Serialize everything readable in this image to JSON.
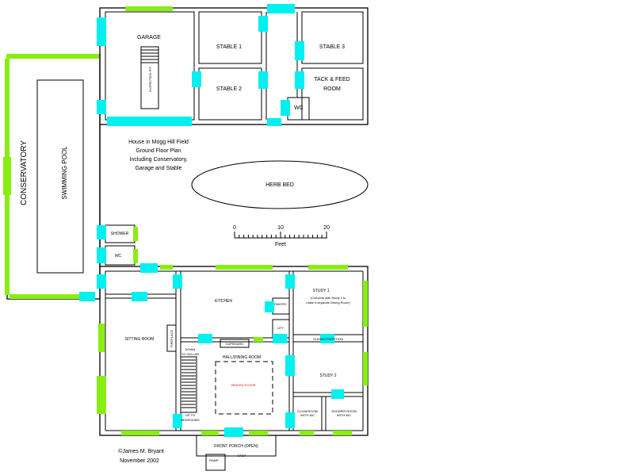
{
  "labels": {
    "garage": "GARAGE",
    "inspection_pit": "INSPECTION PIT",
    "stable1": "STABLE 1",
    "stable2": "STABLE 2",
    "stable3": "STABLE 3",
    "tack_line1": "TACK & FEED",
    "tack_line2": "ROOM",
    "wc_upper": "WC",
    "conservatory": "CONSERVATORY",
    "pool": "SWIMMING POOL",
    "title_line1": "House in Mogg Hill Field",
    "title_line2": "Ground Floor Plan",
    "title_line3": "Including Conservatory,",
    "title_line4": "Garage and Stable",
    "herb_bed": "HERB BED",
    "shower": "SHOWER",
    "wc_lower": "WC",
    "kitchen": "KITCHEN",
    "pantry": "PANTRY",
    "lift": "LIFT",
    "study1": "STUDY 1",
    "study1_note_line1": "(Converts with Study 2 to",
    "study1_note_line2": "make a separate Dining Room)",
    "sliding_partition": "SLIDING PARTITION",
    "sitting_room": "SITTING ROOM",
    "fireplace": "FIREPLACE",
    "stairs_down": "DOWN",
    "stairs_down2": "TO CELLAR",
    "stairs_up": "UP TO",
    "stairs_up2": "BEDROOMS",
    "hall_dining": "HALL/DINING ROOM",
    "cupboard": "CUPBOARD",
    "floor_note": "HEATED FLOOR",
    "study2": "STUDY 2",
    "cloakroom_left_line1": "CLOAKROOM",
    "cloakroom_left_line2": "WITH WC",
    "cloakroom_right_line1": "SHOWER ROOM",
    "cloakroom_right_line2": "WITH WC",
    "front_porch": "FRONT PORCH (OPEN)",
    "step": "STEP",
    "ramp": "RAMP",
    "copyright": "©James M. Bryant",
    "date": "November 2002"
  },
  "scale": {
    "ticks": [
      "0",
      "10",
      "20"
    ],
    "unit": "Feet"
  },
  "colors": {
    "window": "#88ee11",
    "door": "#00f0f0",
    "wall": "#000000",
    "note_red": "#e00000"
  }
}
